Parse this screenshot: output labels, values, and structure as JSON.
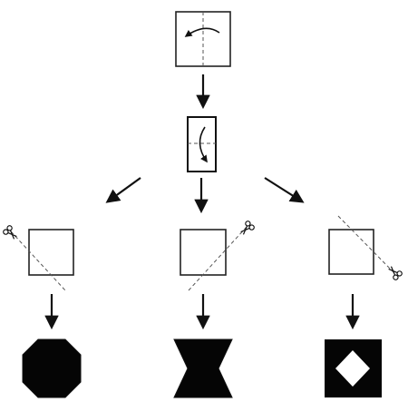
{
  "diagram": {
    "steps": [
      {
        "id": "fold-1",
        "icon": "paper-fold-in-half-icon"
      },
      {
        "id": "fold-2",
        "icon": "paper-fold-again-icon"
      }
    ],
    "branches": [
      {
        "cut": "diagonal-cut-from-top-left",
        "icon": "scissors-icon",
        "result": "octagon-shape"
      },
      {
        "cut": "diagonal-cut-from-top-right",
        "icon": "scissors-icon",
        "result": "bowtie-shape"
      },
      {
        "cut": "diagonal-cut-to-bottom-right",
        "icon": "scissors-icon",
        "result": "square-with-diamond-hole-shape"
      }
    ],
    "colors": {
      "ink": "#111111",
      "paper": "#ffffff",
      "fill": "#050505"
    }
  }
}
